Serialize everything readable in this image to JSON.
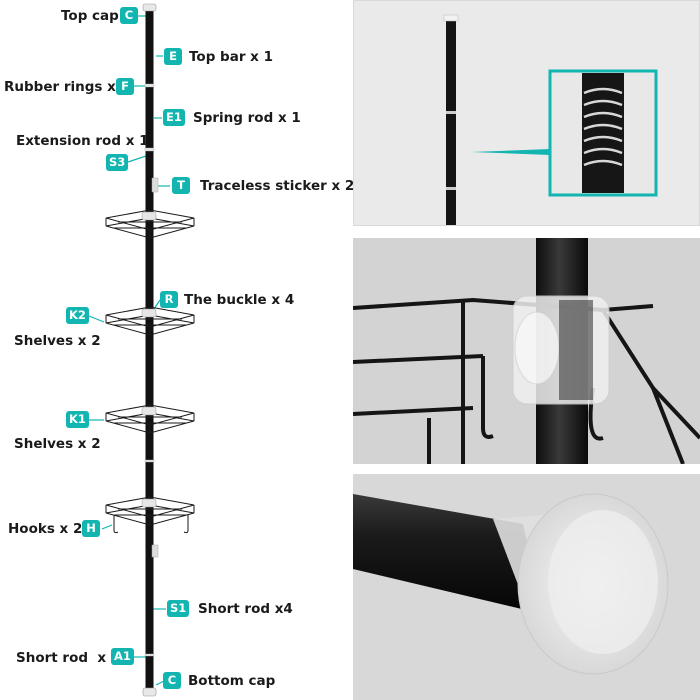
{
  "parts": {
    "top_cap": {
      "label": "Top cap",
      "badge": "C"
    },
    "top_bar": {
      "label": "Top bar x 1",
      "badge": "E"
    },
    "rubber_rings": {
      "label": "Rubber rings x 2",
      "badge": "F"
    },
    "spring_rod": {
      "label": "Spring rod x 1",
      "badge": "E1"
    },
    "extension_rod": {
      "label": "Extension rod x 1",
      "badge": "S3"
    },
    "traceless_sticker": {
      "label": "Traceless sticker x 2",
      "badge": "T"
    },
    "buckle": {
      "label": "The buckle x 4",
      "badge": "R"
    },
    "shelves_k2": {
      "label": "Shelves x 2",
      "badge": "K2"
    },
    "shelves_k1": {
      "label": "Shelves x 2",
      "badge": "K1"
    },
    "hooks": {
      "label": "Hooks x 2",
      "badge": "H"
    },
    "short_rod_s1": {
      "label": "Short rod x4",
      "badge": "S1"
    },
    "short_rod_a1": {
      "label": "Short rod  x 1",
      "badge": "A1"
    },
    "bottom_cap": {
      "label": "Bottom cap",
      "badge": "C"
    }
  },
  "colors": {
    "accent": "#13b5b1",
    "pole": "#111111",
    "cap": "#e8e8e8"
  }
}
